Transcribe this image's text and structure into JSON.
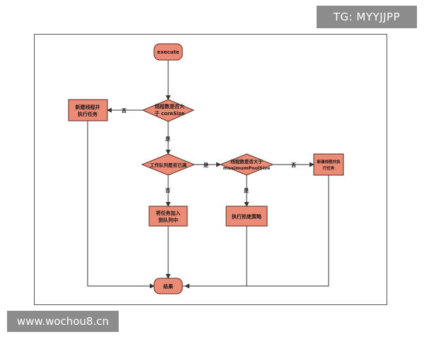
{
  "watermarks": {
    "top": "TG: MYYJJPP",
    "bottom": "www.wochou8.cn"
  },
  "colors": {
    "node_fill": "#eb8a75",
    "node_stroke": "#5a2a20",
    "edge": "#333333"
  },
  "nodes": {
    "start": "execute",
    "decision_core": [
      "线程数是否大",
      "于 coreSize"
    ],
    "task_left": [
      "新建线程并",
      "执行任务"
    ],
    "decision_queue": "工作队列是否已满",
    "decision_max": [
      "线程数是否大于",
      "maximumPoolSize"
    ],
    "task_right": [
      "新建线程并执",
      "行任务"
    ],
    "enqueue": [
      "将任务加入",
      "到队列中"
    ],
    "reject": "执行拒绝策略",
    "end": "结果"
  },
  "edge_labels": {
    "core_no": "否",
    "core_yes": "是",
    "queue_yes": "是",
    "queue_no": "否",
    "max_no": "否",
    "max_yes": "是"
  }
}
